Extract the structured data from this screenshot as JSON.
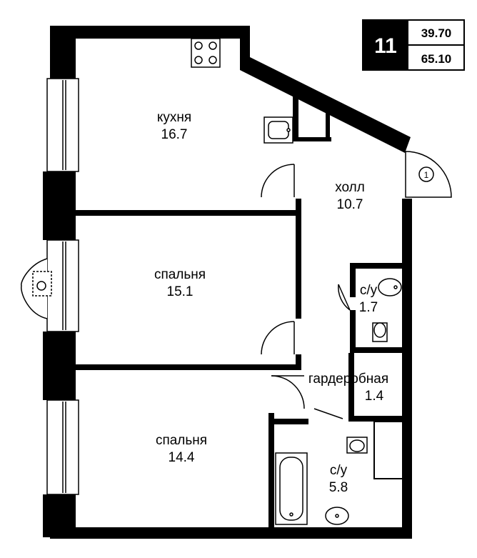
{
  "badge": {
    "apartment_number": "11",
    "living_area": "39.70",
    "total_area": "65.10"
  },
  "entry_marker": "1",
  "rooms": {
    "kitchen": {
      "name": "кухня",
      "area": "16.7"
    },
    "hall": {
      "name": "холл",
      "area": "10.7"
    },
    "bedroom1": {
      "name": "спальня",
      "area": "15.1"
    },
    "wc_small": {
      "name": "с/у",
      "area": "1.7"
    },
    "wardrobe": {
      "name": "гардеробная",
      "area": "1.4"
    },
    "bedroom2": {
      "name": "спальня",
      "area": "14.4"
    },
    "bathroom": {
      "name": "с/у",
      "area": "5.8"
    }
  },
  "colors": {
    "wall": "#000000",
    "background": "#ffffff"
  }
}
